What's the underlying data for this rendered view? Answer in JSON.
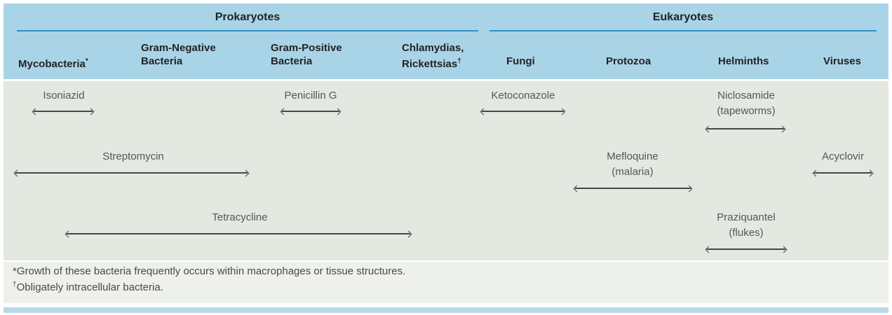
{
  "groups": [
    {
      "title": "Prokaryotes"
    },
    {
      "title": "Eukaryotes"
    }
  ],
  "columns": [
    {
      "line1": "Mycobacteria",
      "sup1": "*"
    },
    {
      "line1": "Gram-Negative",
      "line2": "Bacteria"
    },
    {
      "line1": "Gram-Positive",
      "line2": "Bacteria"
    },
    {
      "line1": "Chlamydias,",
      "line2": "Rickettsias",
      "sup2": "†"
    },
    {
      "line1": "Fungi"
    },
    {
      "line1": "Protozoa"
    },
    {
      "line1": "Helminths"
    },
    {
      "line1": "Viruses"
    }
  ],
  "drugs": [
    {
      "name": "Isoniazid",
      "spectrum": [
        "Mycobacteria"
      ]
    },
    {
      "name": "Penicillin G",
      "spectrum": [
        "Gram-Positive Bacteria"
      ]
    },
    {
      "name": "Ketoconazole",
      "spectrum": [
        "Fungi"
      ]
    },
    {
      "name": "Niclosamide",
      "note": "(tapeworms)",
      "spectrum": [
        "Helminths"
      ]
    },
    {
      "name": "Streptomycin",
      "spectrum": [
        "Mycobacteria",
        "Gram-Negative Bacteria"
      ]
    },
    {
      "name": "Mefloquine",
      "note": "(malaria)",
      "spectrum": [
        "Protozoa"
      ]
    },
    {
      "name": "Acyclovir",
      "spectrum": [
        "Viruses"
      ]
    },
    {
      "name": "Tetracycline",
      "spectrum": [
        "Mycobacteria",
        "Gram-Negative Bacteria",
        "Gram-Positive Bacteria",
        "Chlamydias, Rickettsias"
      ]
    },
    {
      "name": "Praziquantel",
      "note": "(flukes)",
      "spectrum": [
        "Helminths"
      ]
    }
  ],
  "footnotes": {
    "line1": "*Growth of these bacteria frequently occurs within macrophages or tissue structures.",
    "line2_sup": "†",
    "line2": "Obligately intracellular bacteria."
  },
  "colors": {
    "header_bg": "#a9d4e8",
    "body_bg": "#e3e8e0",
    "footnote_bg": "#eef0eb",
    "rule_blue": "#3090c2",
    "bottom_bar": "#b9d9e9",
    "arrow": "#474747",
    "heading_text": "#232323",
    "drug_text": "#575757"
  }
}
